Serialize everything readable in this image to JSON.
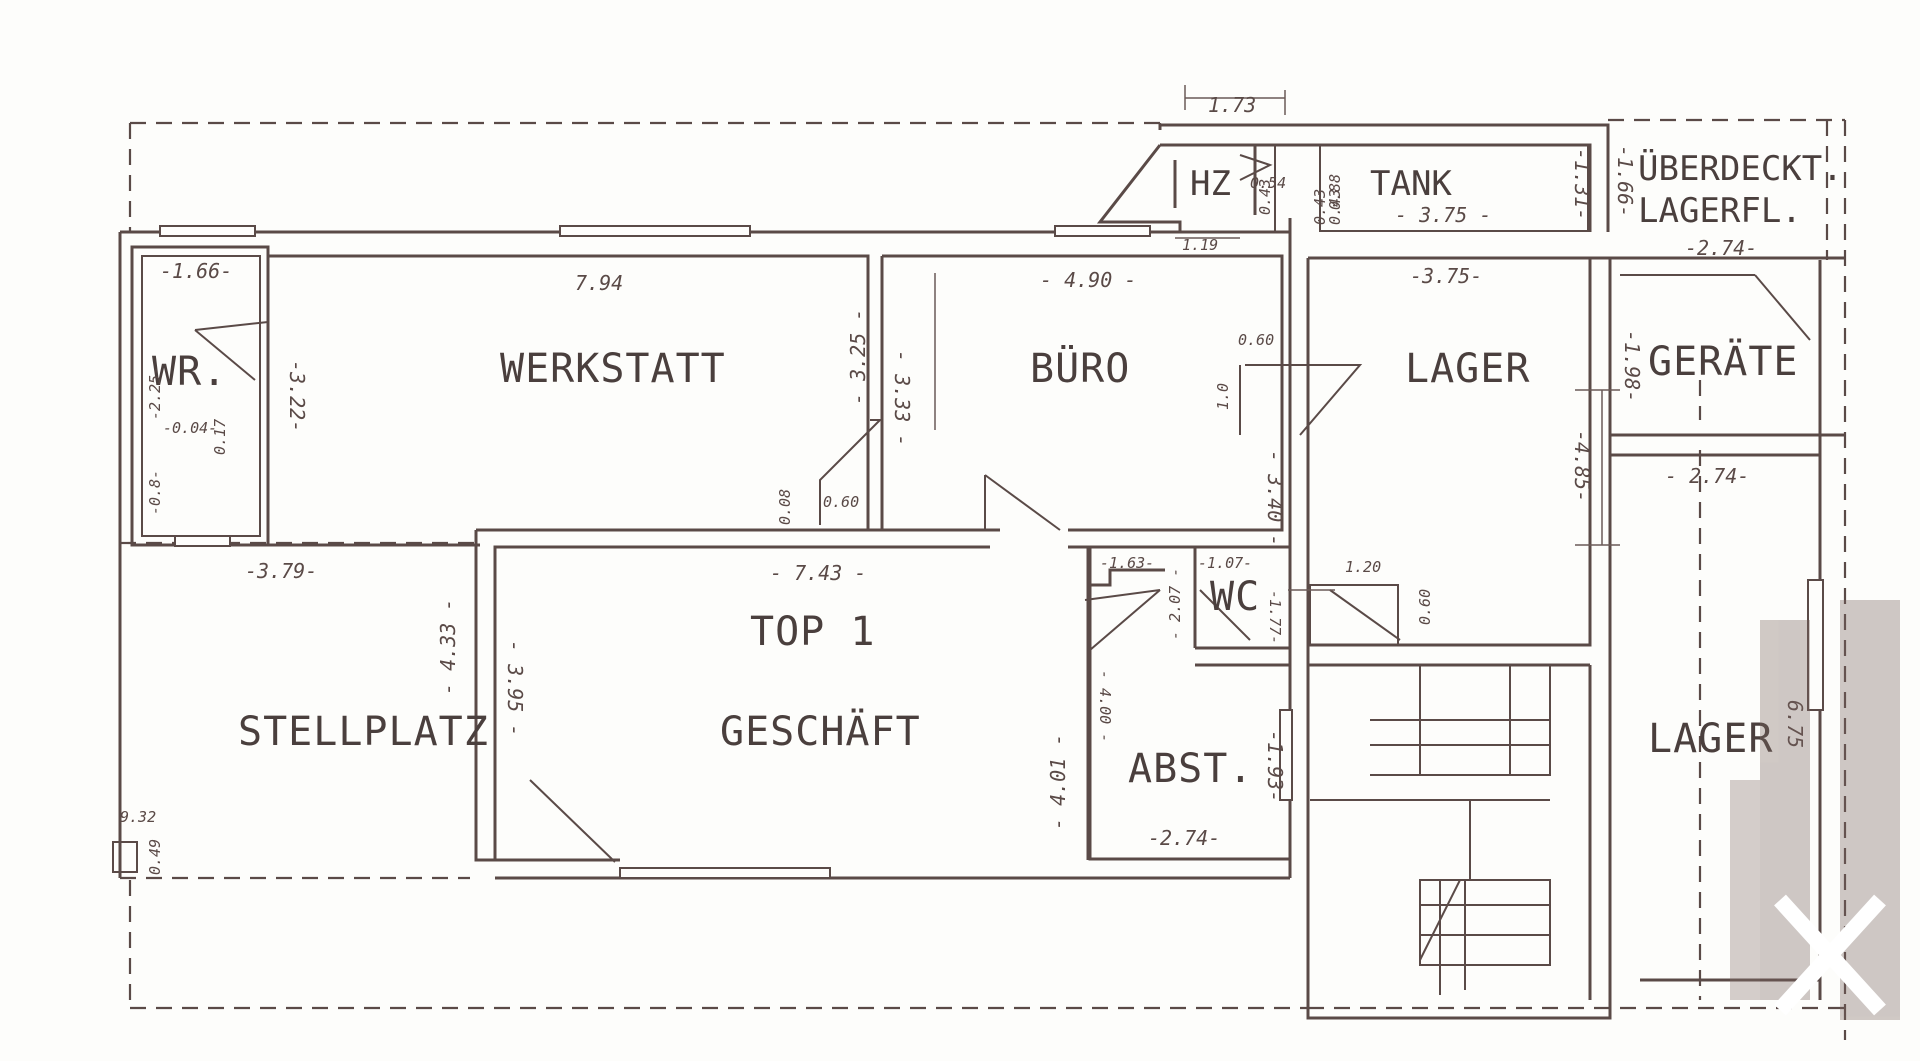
{
  "rooms": {
    "werkstatt": "WERKSTATT",
    "buero": "BÜRO",
    "lager_top": "LAGER",
    "wr": "WR.",
    "top1": "TOP 1",
    "geschaeft": "GESCHÄFT",
    "stellplatz": "STELLPLATZ",
    "abst": "ABST.",
    "wc": "WC",
    "lager_right": "LAGER",
    "geraete": "GERÄTE",
    "ueberdeckt1": "ÜBERDECKT.",
    "ueberdeckt2": "LAGERFL.",
    "tank": "TANK",
    "hz": "HZ"
  },
  "dimensions": {
    "top_173": "1.73",
    "tank_375": "- 3.75 -",
    "tank_131": "-1.31-",
    "tank_043a": "0.43",
    "tank_088": "0.88",
    "tank_043b": "0.43",
    "hz_043": "0.43",
    "hz_054": "0.54",
    "hz_119": "1.19",
    "ueb_166": "-1.66-",
    "ueb_274": "-2.74-",
    "wr_166": "-1.66-",
    "werk_794": "7.94",
    "buero_490": "- 4.90 -",
    "lager_375": "-3.75-",
    "wr_225": "-2.25-",
    "wr_322": "-3.22-",
    "wr_004": "-0.04-",
    "wr_017": "0.17",
    "wr_08": "-0.8-",
    "werk_325": "- 3.25 -",
    "werk_333": "- 3.33 -",
    "werk_008": "0.08",
    "werk_060": "0.60",
    "buero_060": "0.60",
    "buero_10": "1.0",
    "buero_340": "- 3.40 -",
    "lager_485": "-4.85-",
    "geraete_198": "-1.98-",
    "lager2_274": "- 2.74-",
    "lager2_675": "6.75",
    "top_379": "-3.79-",
    "top_743": "- 7.43 -",
    "abst_163": "-1.63-",
    "wc_107": "-1.07-",
    "wc_207": "- 2.07 -",
    "wc_177": "-1.77-",
    "stair_120": "1.20",
    "stair_060": "0.60",
    "stp_433": "- 4.33 -",
    "stp_395": "- 3.95 -",
    "gesch_401": "- 4.01 -",
    "gesch_400": "- 4.00 -",
    "abst_193": "-1.93-",
    "abst_274": "-2.74-",
    "stp_932": "9.32",
    "stp_049": "0.49"
  }
}
